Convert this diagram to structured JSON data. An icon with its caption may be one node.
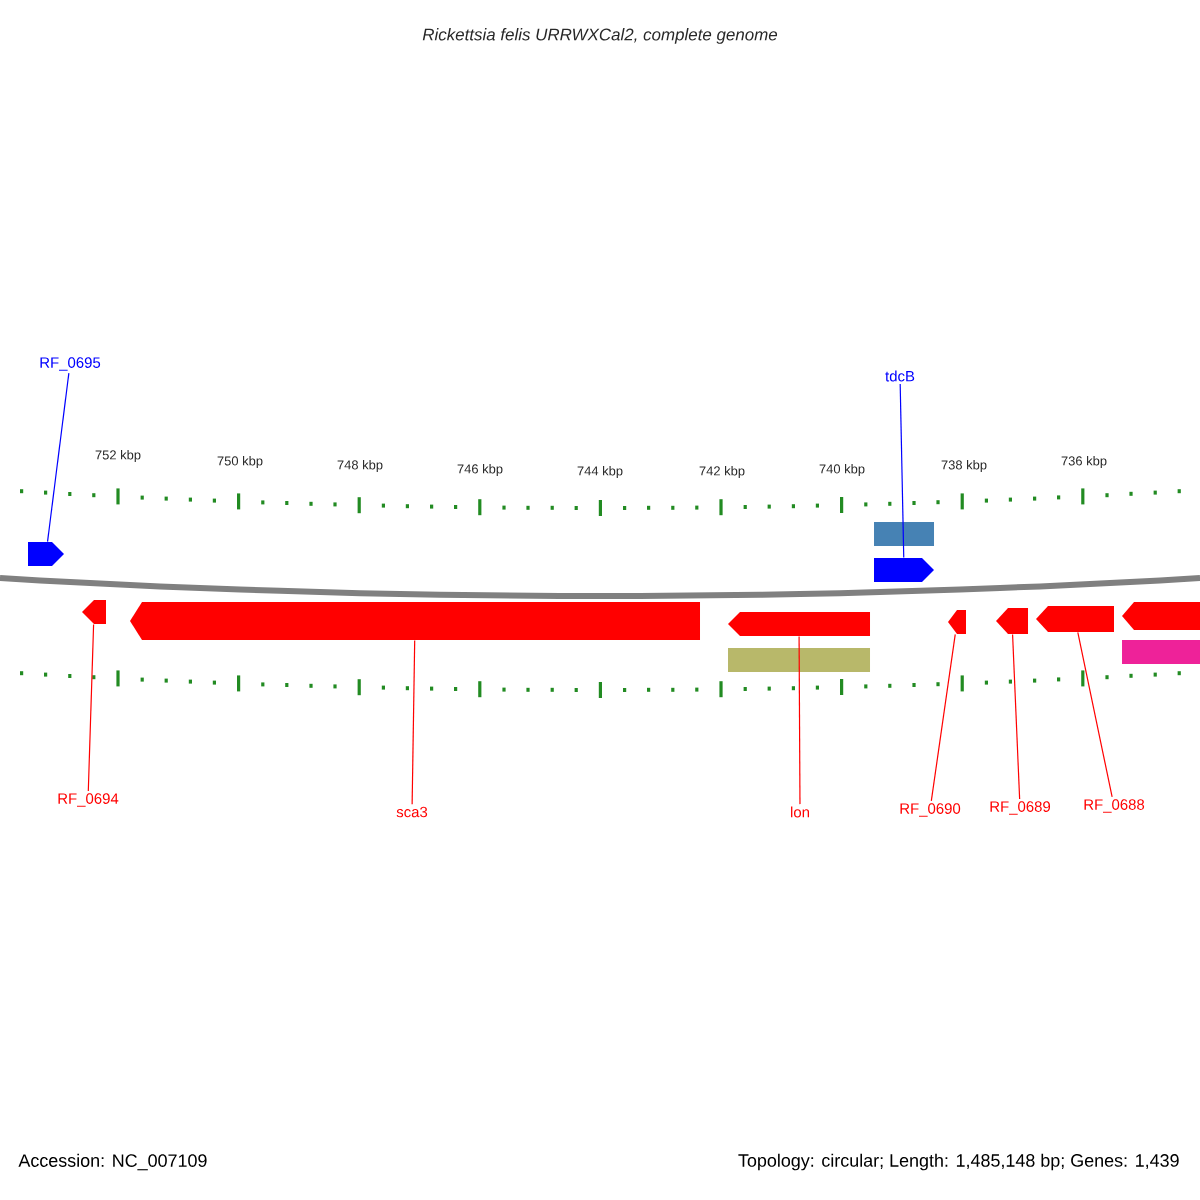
{
  "diagram": {
    "title": "Rickettsia felis URRWXCal2, complete genome",
    "nodes": [
      {
        "text": [
          "RF_0695"
        ]
      },
      {
        "text": [],
        "shape": "arrow"
      },
      {
        "text": [
          "tdcB"
        ]
      },
      {
        "text": [],
        "shape": "arrow"
      },
      {
        "text": [
          "RF_0694"
        ]
      },
      {
        "text": [],
        "shape": "arrow"
      },
      {
        "text": [
          "sca3"
        ]
      },
      {
        "text": [],
        "shape": "arrow"
      },
      {
        "text": [
          "lon"
        ]
      },
      {
        "text": [],
        "shape": "arrow"
      },
      {
        "text": [
          "RF_0690"
        ]
      },
      {
        "text": [],
        "shape": "arrow"
      },
      {
        "text": [
          "RF_0689"
        ]
      },
      {
        "text": [],
        "shape": "arrow"
      },
      {
        "text": [
          "RF_0688"
        ]
      },
      {
        "text": [],
        "shape": "arrow"
      },
      {
        "text": [],
        "shape": "arrow"
      },
      {
        "text": [],
        "shape": "box"
      },
      {
        "text": [],
        "shape": "box"
      },
      {
        "text": [],
        "shape": "box"
      }
    ],
    "edges": [
      {
        "from": 0,
        "to": 1,
        "arrow": "none",
        "color": "#0000ff"
      },
      {
        "from": 2,
        "to": 3,
        "arrow": "none",
        "color": "#0000ff"
      },
      {
        "from": 4,
        "to": 5,
        "arrow": "none"
      },
      {
        "from": 6,
        "to": 7,
        "arrow": "none"
      },
      {
        "from": 8,
        "to": 9,
        "arrow": "none"
      },
      {
        "from": 10,
        "to": 11,
        "arrow": "none"
      },
      {
        "from": 12,
        "to": 13,
        "arrow": "none"
      },
      {
        "from": 14,
        "to": 15,
        "arrow": "none"
      }
    ],
    "labels": [
      "752 kbp",
      "750 kbp",
      "748 kbp",
      "746 kbp",
      "744 kbp",
      "742 kbp",
      "740 kbp",
      "738 kbp",
      "736 kbp",
      "Accession: NC_007109",
      "Topology: circular; Length: 1,485,148 bp; Genes: 1,439"
    ]
  }
}
